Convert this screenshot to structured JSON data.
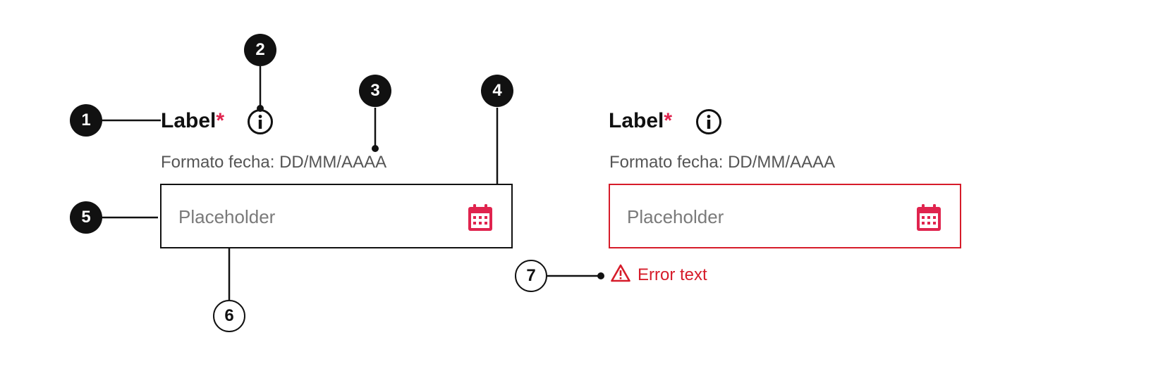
{
  "fields": [
    {
      "label": "Label",
      "required_mark": "*",
      "hint": "Formato fecha: DD/MM/AAAA",
      "placeholder": "Placeholder",
      "state": "default",
      "info_icon": "info-icon",
      "trailing_icon": "calendar-icon"
    },
    {
      "label": "Label",
      "required_mark": "*",
      "hint": "Formato fecha: DD/MM/AAAA",
      "placeholder": "Placeholder",
      "state": "error",
      "info_icon": "info-icon",
      "trailing_icon": "calendar-icon",
      "error_icon": "warning-icon",
      "error_text": "Error text"
    }
  ],
  "callouts": [
    "1",
    "2",
    "3",
    "4",
    "5",
    "6",
    "7"
  ],
  "colors": {
    "text": "#111111",
    "required": "#e0244e",
    "calendar_icon": "#e0244e",
    "error": "#d61c2a",
    "hint": "#555555",
    "placeholder": "#7a7a7a",
    "border": "#111111"
  }
}
